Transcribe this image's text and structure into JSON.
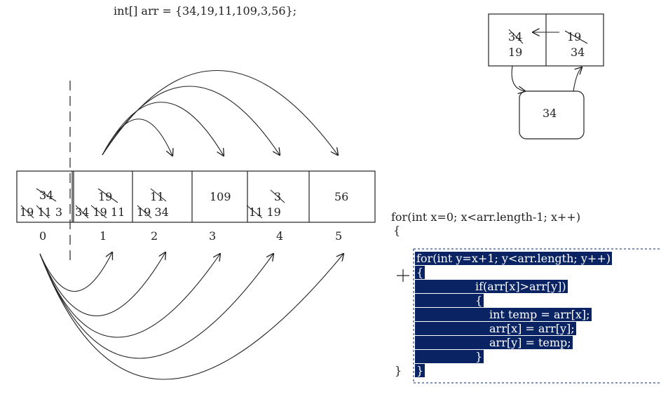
{
  "title": "int[] arr = {34,19,11,109,3,56};",
  "array": {
    "cells": [
      {
        "top": "34",
        "bottom": "19 11 3"
      },
      {
        "top": "19",
        "bottom": "34 19 11"
      },
      {
        "top": "11",
        "bottom": "19 34"
      },
      {
        "top": "109",
        "bottom": ""
      },
      {
        "top": "3",
        "bottom": "11 19"
      },
      {
        "top": "56",
        "bottom": ""
      }
    ],
    "indices": [
      "0",
      "1",
      "2",
      "3",
      "4",
      "5"
    ]
  },
  "swap_box": {
    "left_top": "34",
    "left_bottom": "19",
    "right_top": "19",
    "right_bottom": "34",
    "temp": "34"
  },
  "code": {
    "outer_for": "for(int x=0; x<arr.length-1; x++)",
    "outer_open": "{",
    "inner_for": "for(int y=x+1; y<arr.length; y++)",
    "inner_open": "{",
    "if_line": "if(arr[x]>arr[y])",
    "if_open": "{",
    "line1": "int temp = arr[x];",
    "line2": "arr[x] = arr[y];",
    "line3": "arr[y] = temp;",
    "if_close": "}",
    "outer_close": "}",
    "inner_close": "}"
  },
  "colors": {
    "ink": "#222222",
    "selection": "#0a2463",
    "selection_text": "#ffffff"
  }
}
